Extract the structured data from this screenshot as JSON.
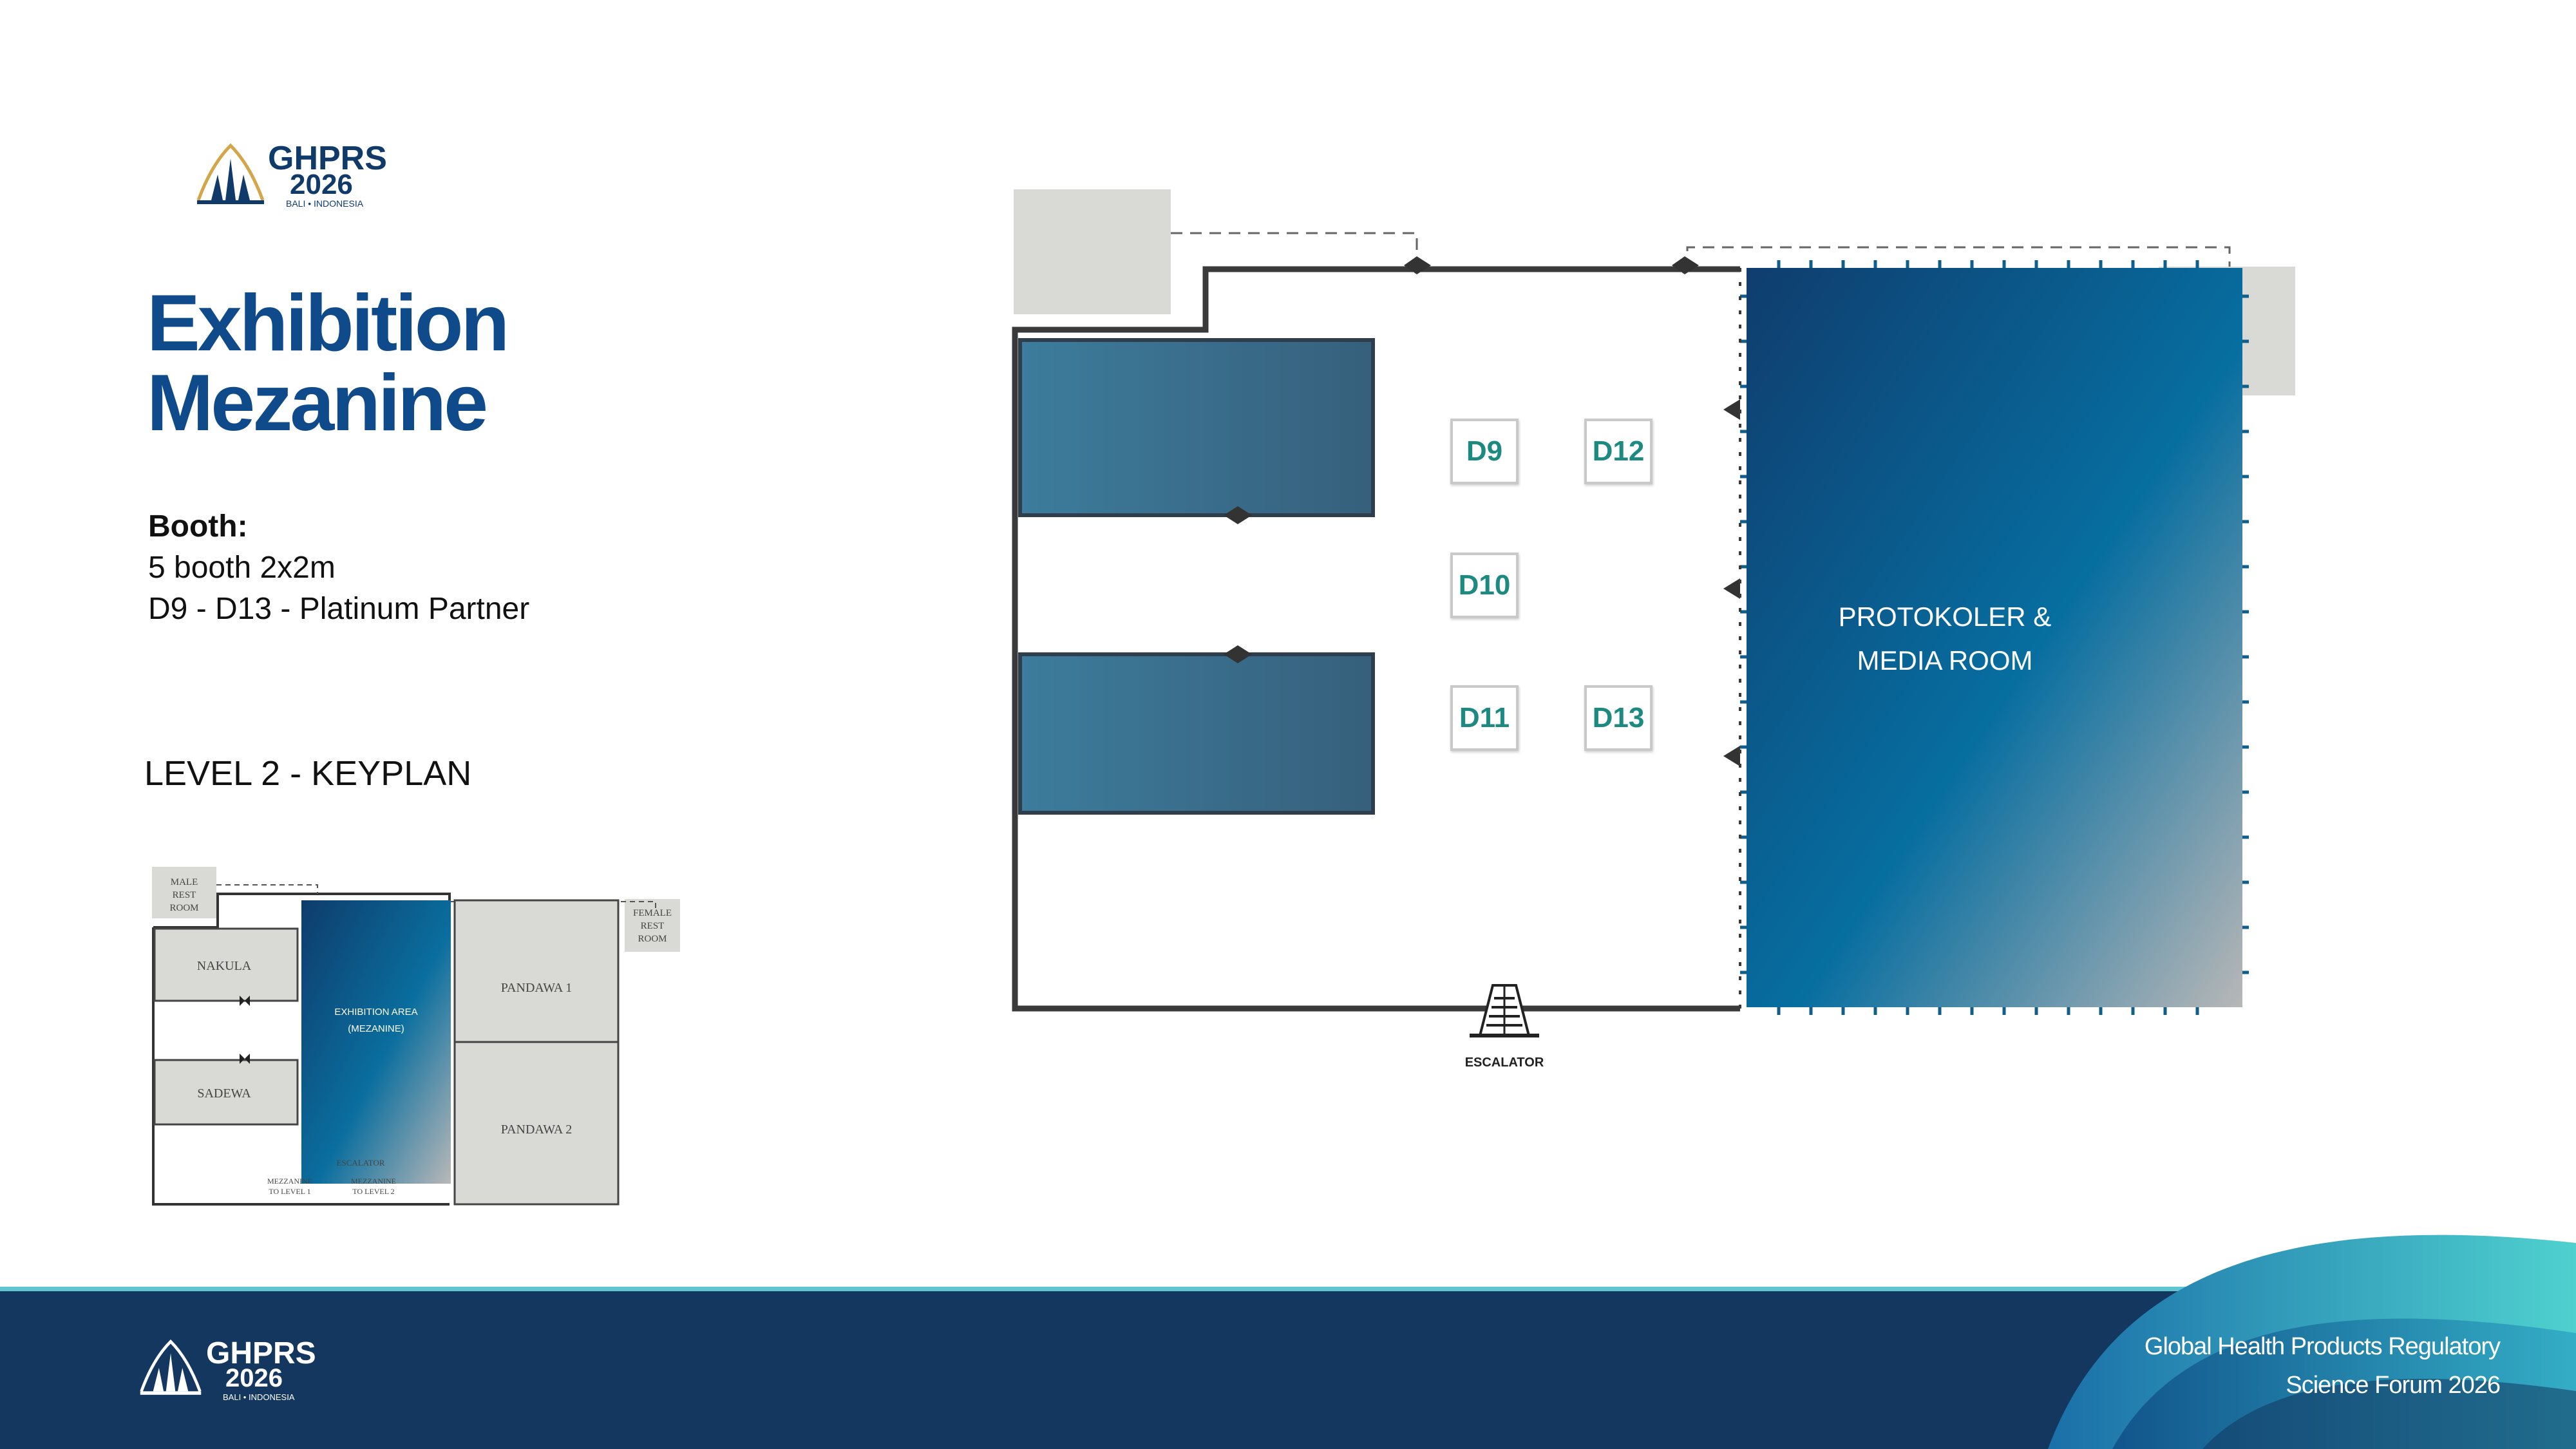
{
  "brand": {
    "name": "GHPRS",
    "year": "2026",
    "location": "BALI • INDONESIA"
  },
  "page": {
    "title_line1": "Exhibition",
    "title_line2": "Mezanine"
  },
  "booth_info": {
    "heading": "Booth:",
    "line1": "5 booth 2x2m",
    "line2": "D9 - D13 - Platinum Partner"
  },
  "keyplan": {
    "heading": "LEVEL 2 - KEYPLAN",
    "male_rest_room": "MALE REST ROOM",
    "female_rest_room": "FEMALE REST ROOM",
    "rooms": [
      "NAKULA",
      "SADEWA",
      "PANDAWA 1",
      "PANDAWA 2"
    ],
    "exhibition_area_line1": "EXHIBITION AREA",
    "exhibition_area_line2": "(MEZANINE)",
    "escalator": "ESCALATOR",
    "mezzanine_to_level1_a": "MEZZANINE",
    "mezzanine_to_level1_b": "TO LEVEL 1",
    "mezzanine_to_level2_a": "MEZZANINE",
    "mezzanine_to_level2_b": "TO LEVEL 2"
  },
  "floorplan": {
    "booths": [
      "D9",
      "D12",
      "D10",
      "D11",
      "D13"
    ],
    "media_room_line1": "PROTOKOLER &",
    "media_room_line2": "MEDIA ROOM",
    "escalator_label": "ESCALATOR"
  },
  "footer": {
    "line1": "Global Health Products Regulatory",
    "line2": "Science Forum 2026"
  },
  "colors": {
    "brand_blue": "#0f4a8a",
    "footer_navy": "#13375f",
    "booth_teal": "#1d8a82",
    "room_blue": "#3b7396",
    "wall_dark": "#3a3a3a",
    "rest_room_gray": "#d9d9d6"
  }
}
